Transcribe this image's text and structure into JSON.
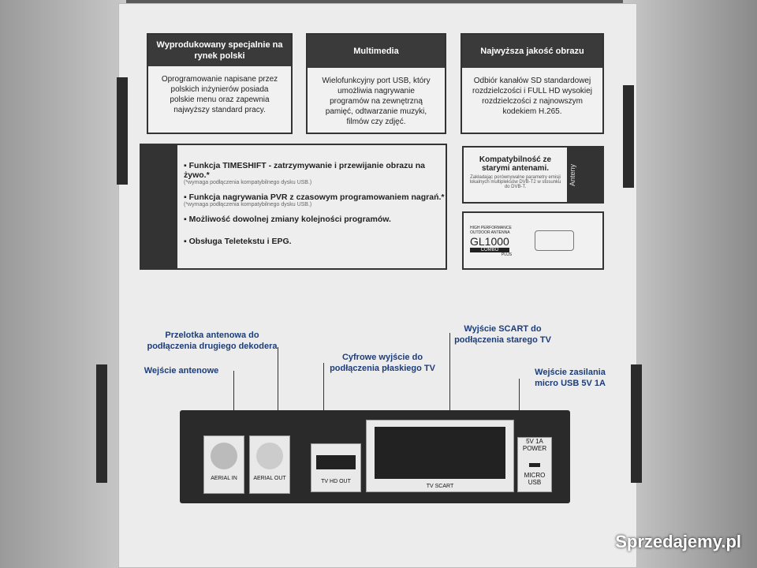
{
  "cards": [
    {
      "title": "Wyprodukowany specjalnie na rynek polski",
      "body": "Oprogramowanie napisane przez polskich inżynierów posiada polskie menu oraz zapewnia najwyższy standard pracy."
    },
    {
      "title": "Multimedia",
      "body": "Wielofunkcyjny port USB, który umożliwia nagrywanie programów na zewnętrzną pamięć, odtwarzanie muzyki, filmów czy zdjęć."
    },
    {
      "title": "Najwyższa jakość obrazu",
      "body": "Odbiór kanałów SD standardowej rozdzielczości i FULL HD wysokiej rozdzielczości z najnowszym kodekiem H.265."
    }
  ],
  "features": [
    {
      "text": "Funkcja TIMESHIFT - zatrzymywanie i przewijanie obrazu na żywo.*",
      "note": "(*wymaga podłączenia kompatybilnego dysku USB.)"
    },
    {
      "text": "Funkcja nagrywania PVR z czasowym programowaniem nagrań.*",
      "note": "(*wymaga podłączenia kompatybilnego dysku USB.)"
    },
    {
      "text": "Możliwość dowolnej zmiany kolejności programów.",
      "note": ""
    },
    {
      "text": "Obsługa Teletekstu i EPG.",
      "note": ""
    }
  ],
  "compat": {
    "title": "Kompatybilność ze starymi antenami.",
    "body": "Zakładając porównywalne parametry emisji lokalnych multipleksów DVB-T2 w stosunku do DVB-T.",
    "side": "Anteny"
  },
  "antenna": {
    "line1": "HIGH PERFORMANCE",
    "line2": "OUTDOOR ANTENNA",
    "model": "GL1000",
    "combo": "COMBO",
    "plus": "PLUS"
  },
  "callouts": {
    "passthrough": "Przelotka antenowa do podłączenia drugiego dekodera",
    "antenna_in": "Wejście antenowe",
    "digital_out": "Cyfrowe wyjście do podłączenia płaskiego TV",
    "scart": "Wyjście SCART do podłączenia starego TV",
    "power": "Wejście zasilania micro USB 5V 1A"
  },
  "ports": {
    "aerial_in": "AERIAL IN",
    "aerial_out": "AERIAL OUT",
    "hdmi": "TV HD OUT",
    "scart": "TV SCART",
    "power_rating": "5V 1A",
    "power": "POWER",
    "usb": "MICRO USB"
  },
  "watermark": "Sprzedajemy.pl"
}
